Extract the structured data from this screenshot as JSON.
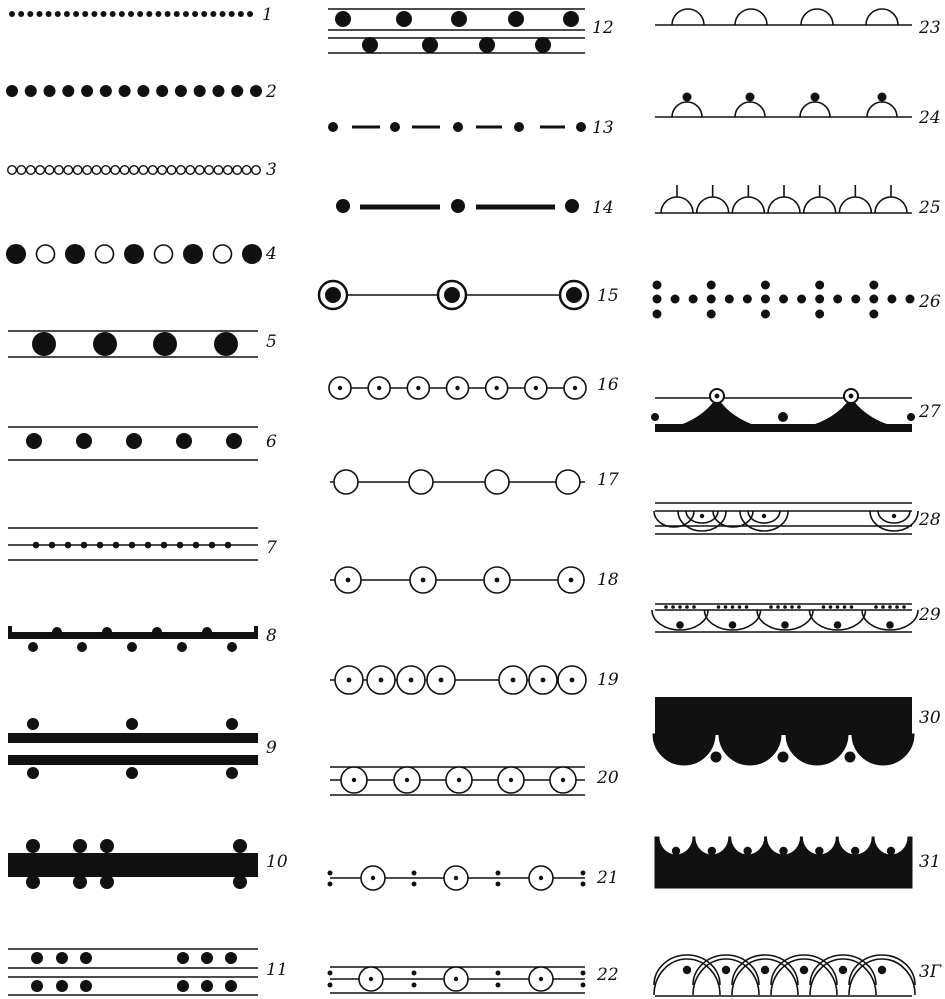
{
  "figure": {
    "colors": {
      "ink": "#111111",
      "paper": "#ffffff"
    },
    "patterns": [
      {
        "id": 1,
        "label": "1"
      },
      {
        "id": 2,
        "label": "2"
      },
      {
        "id": 3,
        "label": "3"
      },
      {
        "id": 4,
        "label": "4"
      },
      {
        "id": 5,
        "label": "5"
      },
      {
        "id": 6,
        "label": "6"
      },
      {
        "id": 7,
        "label": "7"
      },
      {
        "id": 8,
        "label": "8"
      },
      {
        "id": 9,
        "label": "9"
      },
      {
        "id": 10,
        "label": "10"
      },
      {
        "id": 11,
        "label": "11"
      },
      {
        "id": 12,
        "label": "12"
      },
      {
        "id": 13,
        "label": "13"
      },
      {
        "id": 14,
        "label": "14"
      },
      {
        "id": 15,
        "label": "15"
      },
      {
        "id": 16,
        "label": "16"
      },
      {
        "id": 17,
        "label": "17"
      },
      {
        "id": 18,
        "label": "18"
      },
      {
        "id": 19,
        "label": "19"
      },
      {
        "id": 20,
        "label": "20"
      },
      {
        "id": 21,
        "label": "21"
      },
      {
        "id": 22,
        "label": "22"
      },
      {
        "id": 23,
        "label": "23"
      },
      {
        "id": 24,
        "label": "24"
      },
      {
        "id": 25,
        "label": "25"
      },
      {
        "id": 26,
        "label": "26"
      },
      {
        "id": 27,
        "label": "27"
      },
      {
        "id": 28,
        "label": "28"
      },
      {
        "id": 29,
        "label": "29"
      },
      {
        "id": 30,
        "label": "30"
      },
      {
        "id": 31,
        "label": "31"
      },
      {
        "id": 32,
        "label": "3Г"
      }
    ]
  }
}
